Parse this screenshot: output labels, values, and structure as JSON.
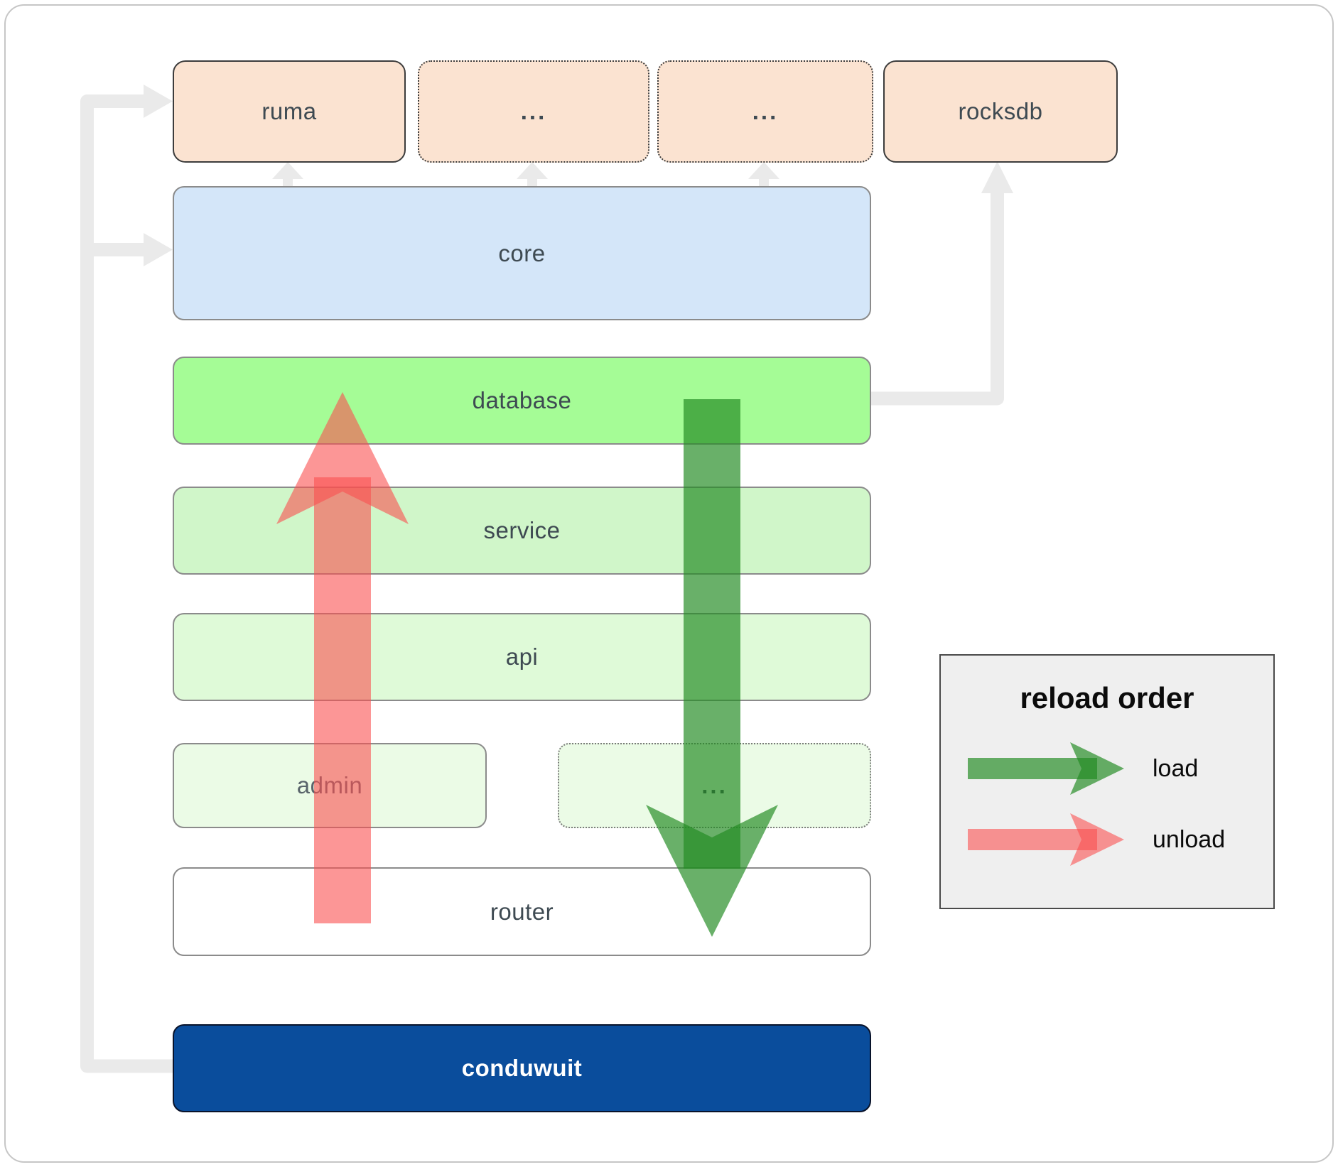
{
  "diagram": {
    "nodes": {
      "ruma": {
        "label": "ruma"
      },
      "dep_dots_1": {
        "label": "..."
      },
      "dep_dots_2": {
        "label": "..."
      },
      "rocksdb": {
        "label": "rocksdb"
      },
      "core": {
        "label": "core"
      },
      "database": {
        "label": "database"
      },
      "service": {
        "label": "service"
      },
      "api": {
        "label": "api"
      },
      "admin": {
        "label": "admin"
      },
      "service_dots": {
        "label": "..."
      },
      "router": {
        "label": "router"
      },
      "conduwuit": {
        "label": "conduwuit"
      }
    },
    "legend": {
      "title": "reload order",
      "load_label": "load",
      "unload_label": "unload"
    },
    "colors": {
      "load_green": "#228b22",
      "unload_red": "#fa5050",
      "connector_gray": "#eaeaea",
      "dependency_fill": "#fbe3d1",
      "core_fill": "#d4e6f9",
      "database_fill": "#a5fc96",
      "service_fill": "#d0f6c9",
      "api_fill": "#dffad8",
      "admin_fill": "#ebfbe6",
      "router_fill": "#ffffff",
      "conduwuit_fill": "#0a4d9c"
    }
  }
}
